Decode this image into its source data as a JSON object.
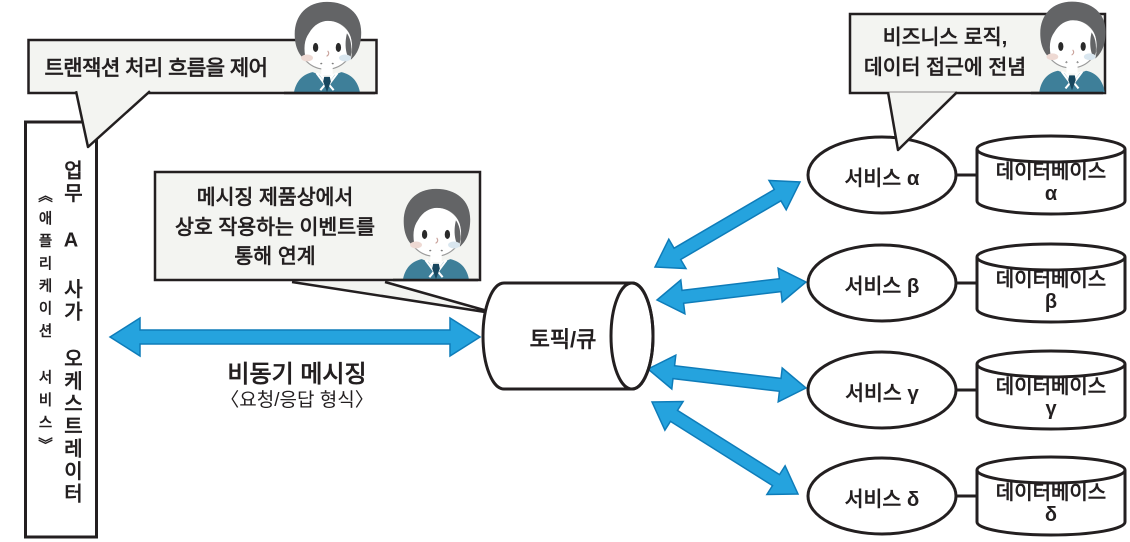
{
  "colors": {
    "outline": "#231f20",
    "bubble_bg": "#f3f4f1",
    "arrow_fill": "#25a3de",
    "arrow_stroke": "#0e7cb9",
    "person_hair": "#636466",
    "person_jacket": "#3e7f99"
  },
  "orchestrator": {
    "title": "업무 A 사가 오케스트레이터",
    "subtitle": "《애플리케이션 서비스》"
  },
  "bubbles": {
    "transaction": {
      "text": "트랜잭션 처리 흐름을 제어"
    },
    "messaging": {
      "line1": "메시징 제품상에서",
      "line2": "상호 작용하는 이벤트를",
      "line3": "통해 연계"
    },
    "business": {
      "line1": "비즈니스 로직,",
      "line2": "데이터 접근에 전념"
    }
  },
  "topic": {
    "label": "토픽/큐"
  },
  "async_messaging": {
    "title": "비동기 메시징",
    "subtitle": "〈요청/응답 형식〉"
  },
  "services": [
    {
      "name": "서비스 α",
      "db_name": "데이터베이스",
      "db_suffix": "α"
    },
    {
      "name": "서비스 β",
      "db_name": "데이터베이스",
      "db_suffix": "β"
    },
    {
      "name": "서비스 γ",
      "db_name": "데이터베이스",
      "db_suffix": "γ"
    },
    {
      "name": "서비스 δ",
      "db_name": "데이터베이스",
      "db_suffix": "δ"
    }
  ]
}
